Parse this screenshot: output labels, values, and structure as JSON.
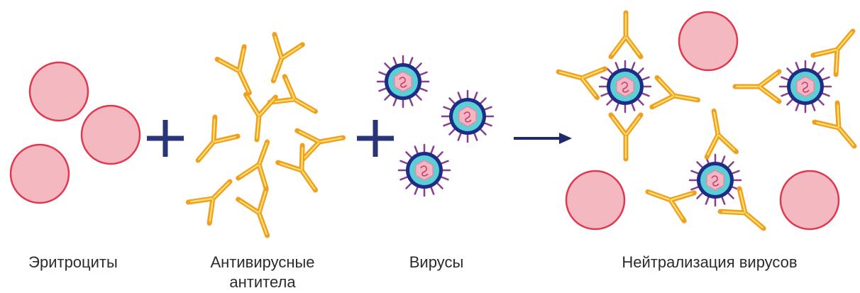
{
  "labels": {
    "erythrocytes": "Эритроциты",
    "antibodies_line1": "Антивирусные",
    "antibodies_line2": "антитела",
    "viruses": "Вирусы",
    "neutralization": "Нейтрализация вирусов"
  },
  "colors": {
    "cell_fill": "#f4b8c1",
    "cell_stroke": "#e0384f",
    "antibody_outer": "#f0a020",
    "antibody_inner": "#fbe070",
    "plus_sign": "#2a3478",
    "arrow": "#1f2a6e",
    "virus_envelope": "#1f2c86",
    "virus_spike": "#8a3d8f",
    "virus_capsid": "#5ad0d6",
    "virus_core": "#f5b6c4"
  },
  "icons": [
    "erythrocyte-icon",
    "antibody-icon",
    "virus-icon",
    "plus-icon",
    "arrow-right-icon"
  ]
}
